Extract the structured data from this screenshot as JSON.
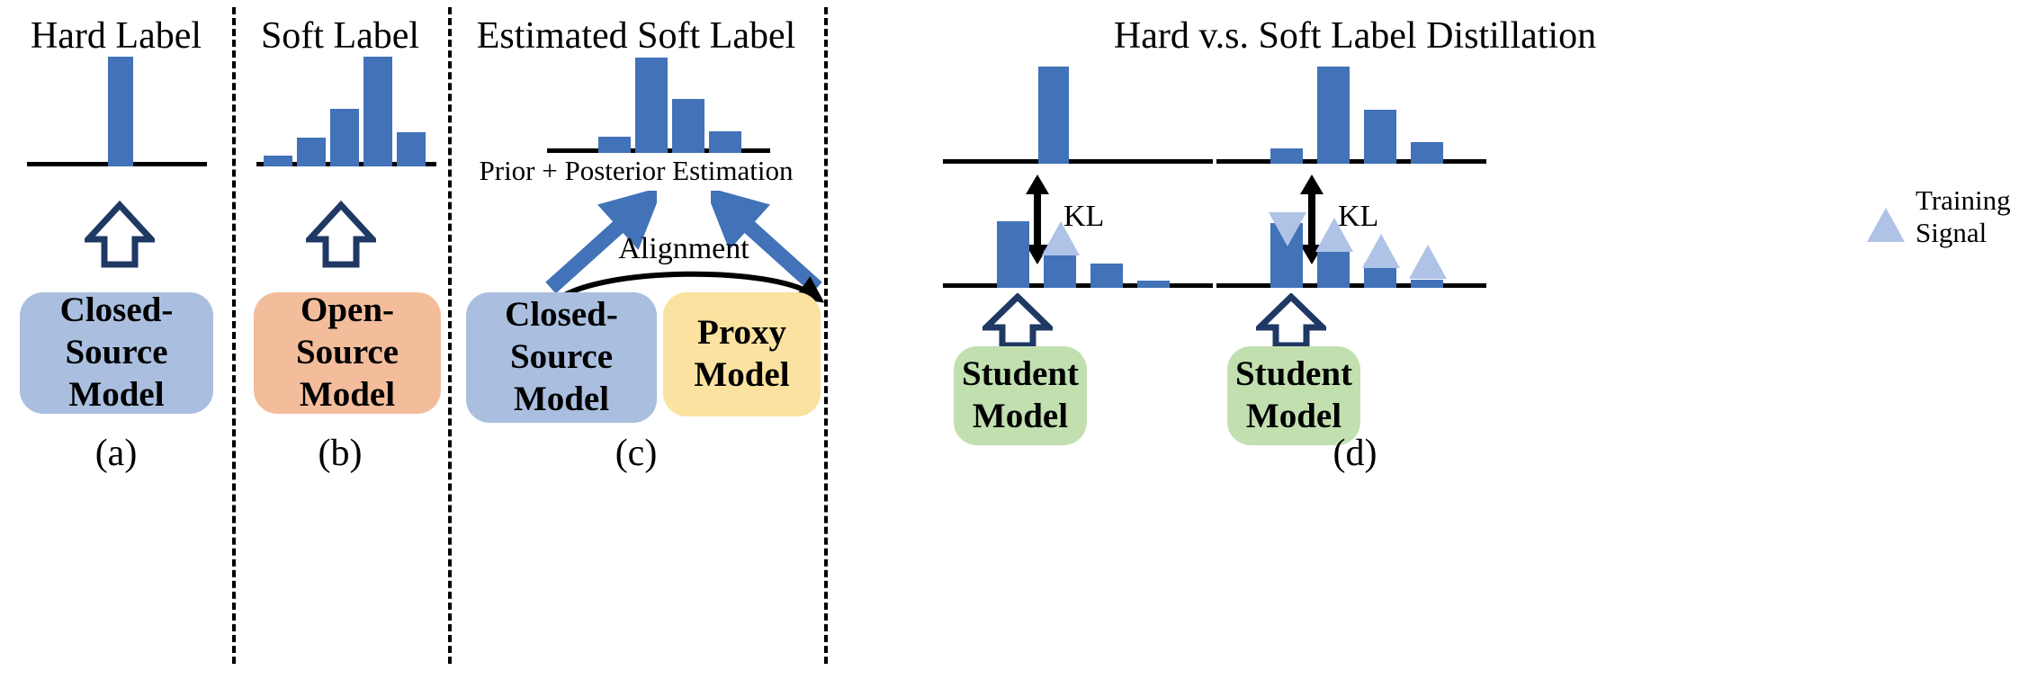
{
  "figure": {
    "panels": [
      {
        "id": "a",
        "caption": "(a)",
        "title": "Hard Label",
        "box_label_line1": "Closed-Source",
        "box_label_line2": "Model",
        "box_color": "#aabfe0",
        "arrow": "hollow-up-arrow"
      },
      {
        "id": "b",
        "caption": "(b)",
        "title": "Soft Label",
        "box_label_line1": "Open-Source",
        "box_label_line2": "Model",
        "box_color": "#f3bd9c",
        "arrow": "hollow-up-arrow"
      },
      {
        "id": "c",
        "caption": "(c)",
        "title": "Estimated Soft Label",
        "subcaption": "Prior + Posterior Estimation",
        "align_label": "Alignment",
        "left_box_label_line1": "Closed-Source",
        "left_box_label_line2": "Model",
        "left_box_color": "#aabfe0",
        "right_box_label_line1": "Proxy",
        "right_box_label_line2": "Model",
        "right_box_color": "#fbe2a0"
      },
      {
        "id": "d",
        "caption": "(d)",
        "title": "Hard v.s. Soft Label Distillation",
        "kl_label_left": "KL",
        "kl_label_right": "KL",
        "student_box_label_line1": "Student",
        "student_box_label_line2": "Model",
        "student_box_color": "#c2dfb0"
      }
    ],
    "legend": {
      "marker": "triangle-up-marker",
      "label_line1": "Training",
      "label_line2": "Signal",
      "marker_color": "#aec3e6"
    },
    "colors": {
      "bar_blue": "#4272b8",
      "signal_blue": "#aec3e6",
      "axis_black": "#000000",
      "arrow_navy": "#1f3864",
      "arrow_blue": "#4272b8",
      "closed_source": "#aabfe0",
      "open_source": "#f3bd9c",
      "proxy": "#fbe2a0",
      "student": "#c2dfb0"
    }
  },
  "chart_data": [
    {
      "id": "a-hard-label",
      "type": "bar",
      "title": "Hard Label",
      "categories": [
        "1",
        "2",
        "3",
        "4",
        "5"
      ],
      "values": [
        0,
        0,
        1.0,
        0,
        0
      ],
      "ylim": [
        0,
        1.0
      ],
      "grid": false,
      "xlabel": "",
      "ylabel": ""
    },
    {
      "id": "b-soft-label",
      "type": "bar",
      "title": "Soft Label",
      "categories": [
        "1",
        "2",
        "3",
        "4",
        "5"
      ],
      "values": [
        0.1,
        0.26,
        0.52,
        1.0,
        0.31
      ],
      "ylim": [
        0,
        1.0
      ],
      "grid": false,
      "xlabel": "",
      "ylabel": ""
    },
    {
      "id": "c-estimated-soft-label",
      "type": "bar",
      "title": "Estimated Soft Label",
      "categories": [
        "1",
        "2",
        "3",
        "4"
      ],
      "values": [
        0.17,
        1.0,
        0.57,
        0.22
      ],
      "ylim": [
        0,
        1.0
      ],
      "grid": false,
      "xlabel": "Prior + Posterior Estimation",
      "ylabel": ""
    },
    {
      "id": "d-left-teacher-hard",
      "type": "bar",
      "title": "Hard Label (teacher)",
      "categories": [
        "1",
        "2",
        "3",
        "4"
      ],
      "values": [
        0,
        1.0,
        0,
        0
      ],
      "ylim": [
        0,
        1.0
      ],
      "grid": false,
      "xlabel": "",
      "ylabel": ""
    },
    {
      "id": "d-left-student",
      "type": "bar",
      "title": "Student distribution (hard-label distillation)",
      "categories": [
        "1",
        "2",
        "3",
        "4"
      ],
      "values": [
        1.0,
        0.62,
        0.4,
        0.1
      ],
      "signals": [
        null,
        "up",
        null,
        null
      ],
      "ylim": [
        0,
        1.0
      ],
      "grid": false,
      "xlabel": "",
      "ylabel": ""
    },
    {
      "id": "d-right-teacher-soft",
      "type": "bar",
      "title": "Soft Label (teacher)",
      "categories": [
        "1",
        "2",
        "3",
        "4"
      ],
      "values": [
        0.15,
        1.0,
        0.56,
        0.22
      ],
      "ylim": [
        0,
        1.0
      ],
      "grid": false,
      "xlabel": "",
      "ylabel": ""
    },
    {
      "id": "d-right-student",
      "type": "bar",
      "title": "Student distribution (soft-label distillation)",
      "categories": [
        "1",
        "2",
        "3",
        "4"
      ],
      "values": [
        1.0,
        0.55,
        0.37,
        0.1
      ],
      "signals": [
        "down",
        "up",
        "up",
        "up"
      ],
      "ylim": [
        0,
        1.0
      ],
      "grid": false,
      "xlabel": "",
      "ylabel": ""
    }
  ]
}
